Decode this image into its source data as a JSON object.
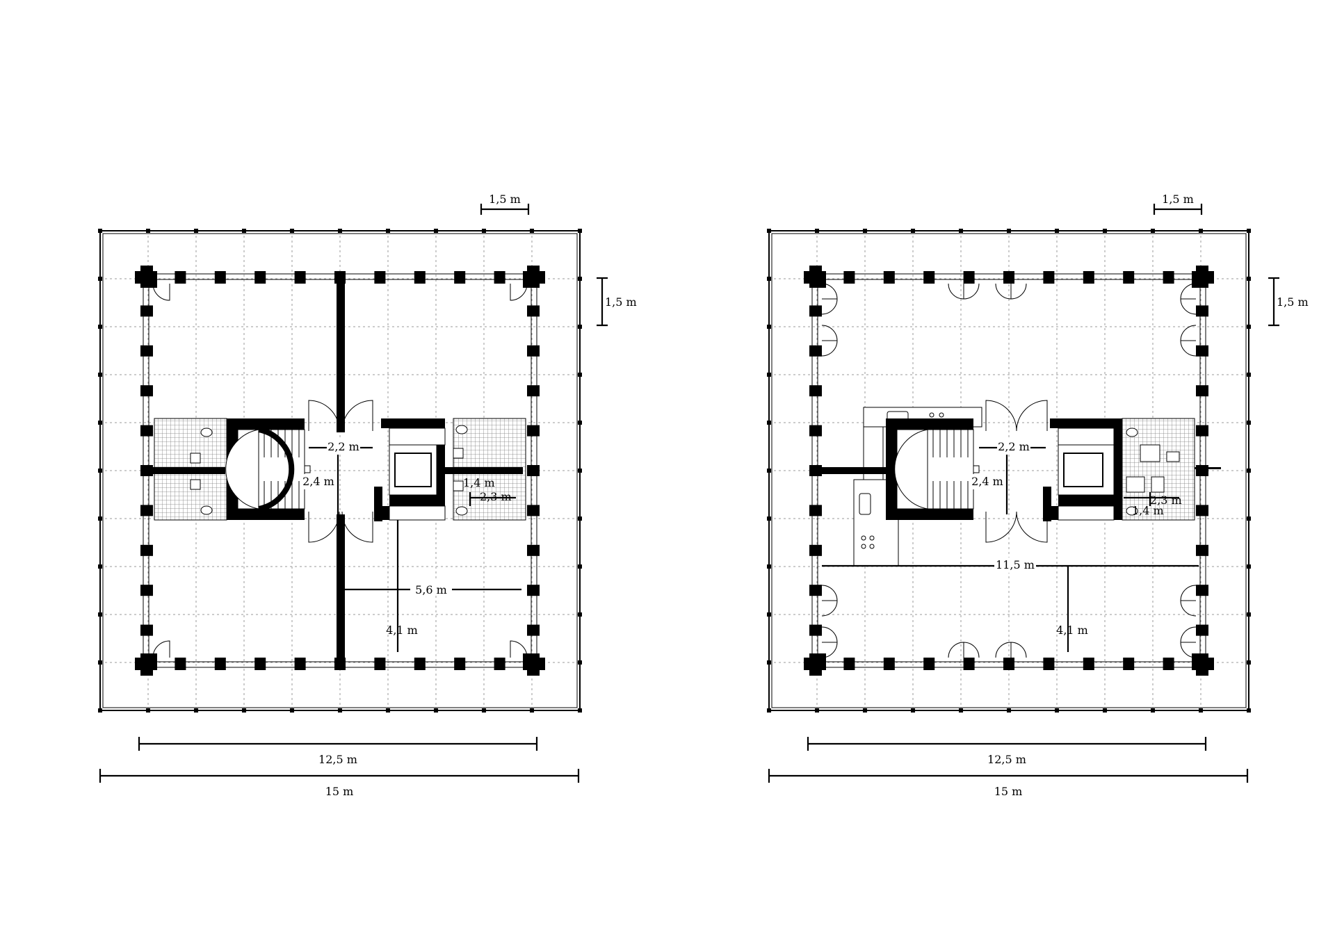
{
  "colors": {
    "ink": "#000000",
    "paper": "#ffffff",
    "grid": "#9a9a9a",
    "tile": "#7a7a7a"
  },
  "plans": [
    {
      "id": "left",
      "labels": {
        "top_bay": "1,5 m",
        "side_bay": "1,5 m",
        "inner_width": "12,5 m",
        "outer_width": "15 m",
        "corridor_width": "2,2 m",
        "corridor_depth": "2,4 m",
        "core_small": "1,4 m",
        "core_wide": "2,3 m",
        "room_width": "5,6 m",
        "room_depth": "4,1 m"
      }
    },
    {
      "id": "right",
      "labels": {
        "top_bay": "1,5 m",
        "side_bay": "1,5 m",
        "inner_width": "12,5 m",
        "outer_width": "15 m",
        "corridor_width": "2,2 m",
        "corridor_depth": "2,4 m",
        "core_small": "1,4 m",
        "core_wide": "2,3 m",
        "hall_width": "11,5 m",
        "room_depth": "4,1 m"
      }
    }
  ]
}
